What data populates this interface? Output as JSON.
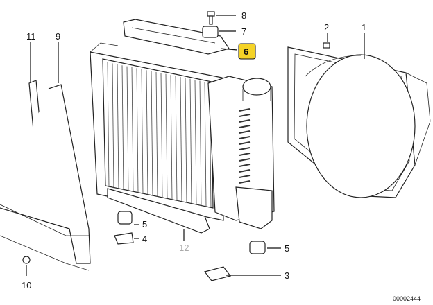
{
  "diagram": {
    "callouts": [
      {
        "id": "8",
        "label": "8",
        "highlighted": false,
        "greyed": false
      },
      {
        "id": "7",
        "label": "7",
        "highlighted": false,
        "greyed": false
      },
      {
        "id": "6",
        "label": "6",
        "highlighted": true,
        "greyed": false
      },
      {
        "id": "2",
        "label": "2",
        "highlighted": false,
        "greyed": false
      },
      {
        "id": "1",
        "label": "1",
        "highlighted": false,
        "greyed": false
      },
      {
        "id": "11",
        "label": "11",
        "highlighted": false,
        "greyed": false
      },
      {
        "id": "9",
        "label": "9",
        "highlighted": false,
        "greyed": false
      },
      {
        "id": "5a",
        "label": "5",
        "highlighted": false,
        "greyed": false
      },
      {
        "id": "4",
        "label": "4",
        "highlighted": false,
        "greyed": false
      },
      {
        "id": "12",
        "label": "12",
        "highlighted": false,
        "greyed": true
      },
      {
        "id": "5b",
        "label": "5",
        "highlighted": false,
        "greyed": false
      },
      {
        "id": "3",
        "label": "3",
        "highlighted": false,
        "greyed": false
      },
      {
        "id": "10",
        "label": "10",
        "highlighted": false,
        "greyed": false
      }
    ],
    "document_id": "00002444",
    "colors": {
      "highlight": "#f5d327",
      "line": "#111111",
      "greyed": "#aaaaaa"
    }
  }
}
